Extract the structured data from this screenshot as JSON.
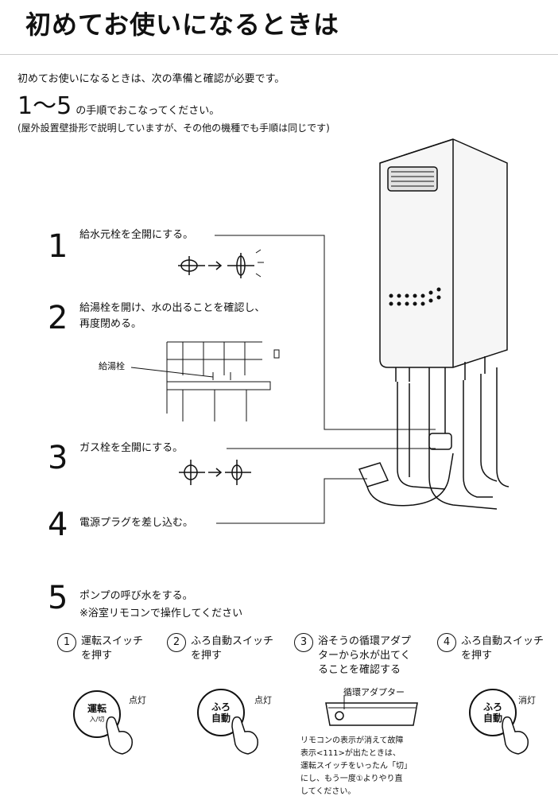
{
  "title": "初めてお使いになるときは",
  "intro": {
    "line1": "初めてお使いになるときは、次の準備と確認が必要です。",
    "line2_big": "1〜5",
    "line2_rest": "の手順でおこなってください。",
    "note": "(屋外設置壁掛形で説明していますが、その他の機種でも手順は同じです)"
  },
  "steps": [
    {
      "num": "1",
      "text": "給水元栓を全開にする。"
    },
    {
      "num": "2",
      "text_line1": "給湯栓を開け、水の出ることを確認し、",
      "text_line2": "再度閉める。",
      "label": "給湯栓"
    },
    {
      "num": "3",
      "text": "ガス栓を全開にする。"
    },
    {
      "num": "4",
      "text": "電源プラグを差し込む。"
    },
    {
      "num": "5",
      "text": "ポンプの呼び水をする。",
      "subnote": "※浴室リモコンで操作してください"
    }
  ],
  "substeps": [
    {
      "mark": "1",
      "line1": "運転スイッチ",
      "line2": "を押す",
      "button_line1": "運転",
      "button_line2": "入/切",
      "lamp": "点灯"
    },
    {
      "mark": "2",
      "line1": "ふろ自動スイッチ",
      "line2": "を押す",
      "button_line1": "ふろ",
      "button_line2": "自動",
      "lamp": "点灯"
    },
    {
      "mark": "3",
      "line1": "浴そうの循環アダプ",
      "line2": "ターから水が出てく",
      "line3": "ることを確認する",
      "adapter_label": "循環アダプター",
      "remarks": [
        "リモコンの表示が消えて故障",
        "表示<111>が出たときは、",
        "運転スイッチをいったん「切」",
        "にし、もう一度①よりやり直",
        "してください。"
      ]
    },
    {
      "mark": "4",
      "line1": "ふろ自動スイッチ",
      "line2": "を押す",
      "button_line1": "ふろ",
      "button_line2": "自動",
      "lamp": "消灯"
    }
  ]
}
